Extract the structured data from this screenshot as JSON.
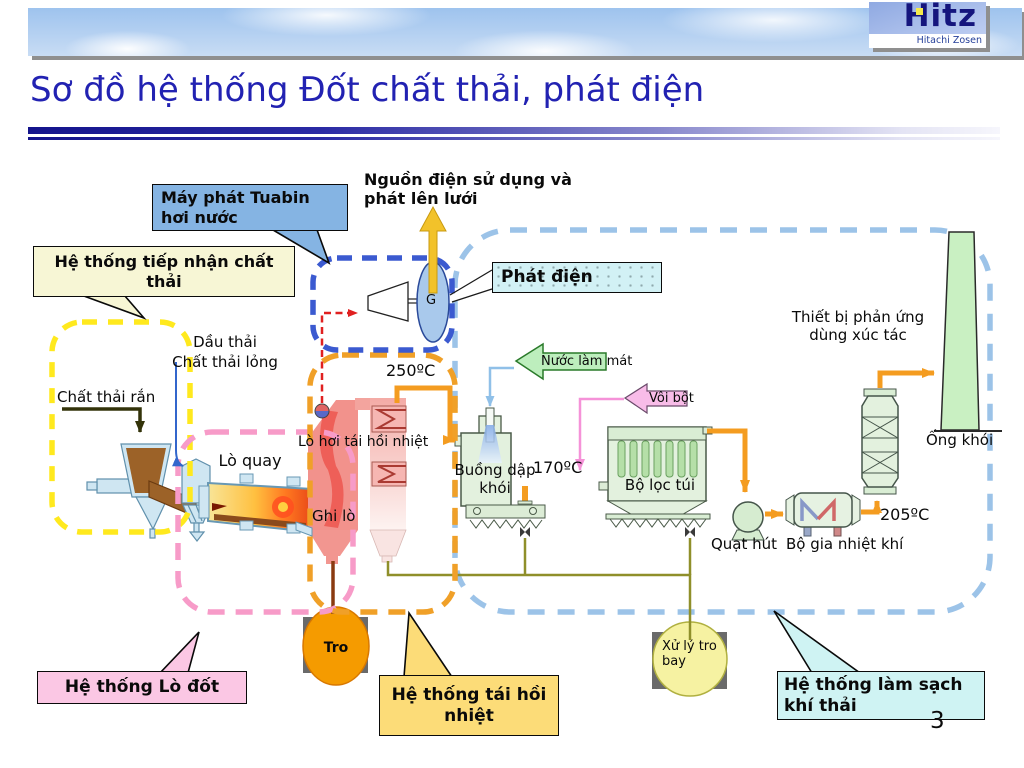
{
  "slide": {
    "title": "Sơ đồ hệ thống Đốt chất thải, phát điện",
    "page_number": "3"
  },
  "logo": {
    "brand": "Hitz",
    "subtitle": "Hitachi Zosen"
  },
  "callouts": {
    "steam_turbine_generator": "Máy phát Tuabin hơi nước",
    "waste_reception_system": "Hệ thống tiếp nhận chất thải",
    "power_generation": "Phát điện",
    "incinerator_system": "Hệ thống Lò đốt",
    "heat_recovery_system": "Hệ thống tái hồi nhiệt",
    "gas_cleaning_system": "Hệ thống làm sạch khí thải"
  },
  "labels": {
    "grid_power": "Nguồn điện sử dụng và phát lên lưới",
    "waste_oil": "Dầu thải",
    "liquid_waste": "Chất thải lỏng",
    "solid_waste": "Chất thải rắn",
    "rotary_kiln": "Lò quay",
    "heat_recovery_boiler": "Lò hơi tái hồi nhiệt",
    "grate": "Ghi lò",
    "temp_boiler_out": "250ºC",
    "cooling_water": "Nước làm mát",
    "quench_chamber": "Buồng dập khói",
    "temp_quench_out": "170ºC",
    "lime_powder": "Vôi bột",
    "bag_filter": "Bộ lọc túi",
    "induced_fan": "Quạt hút",
    "gas_reheater": "Bộ gia nhiệt khí",
    "temp_reheater_out": "205ºC",
    "catalyst_reactor": "Thiết bị phản ứng dùng xúc tác",
    "stack": "Ống khói",
    "bottom_ash": "Tro",
    "fly_ash_treatment": "Xử lý tro bay",
    "generator": "G"
  },
  "colors": {
    "title_text": "#2222b2",
    "waste_reception_border": "#ffe91e",
    "incinerator_border": "#f79bc8",
    "heat_recovery_border": "#f0a028",
    "power_generation_border": "#3b5ad0",
    "gas_cleaning_border": "#9cc3e8",
    "gas_pipe": "#f49c20",
    "steam_line": "#e02020",
    "ash_line": "#8f8f2a"
  }
}
